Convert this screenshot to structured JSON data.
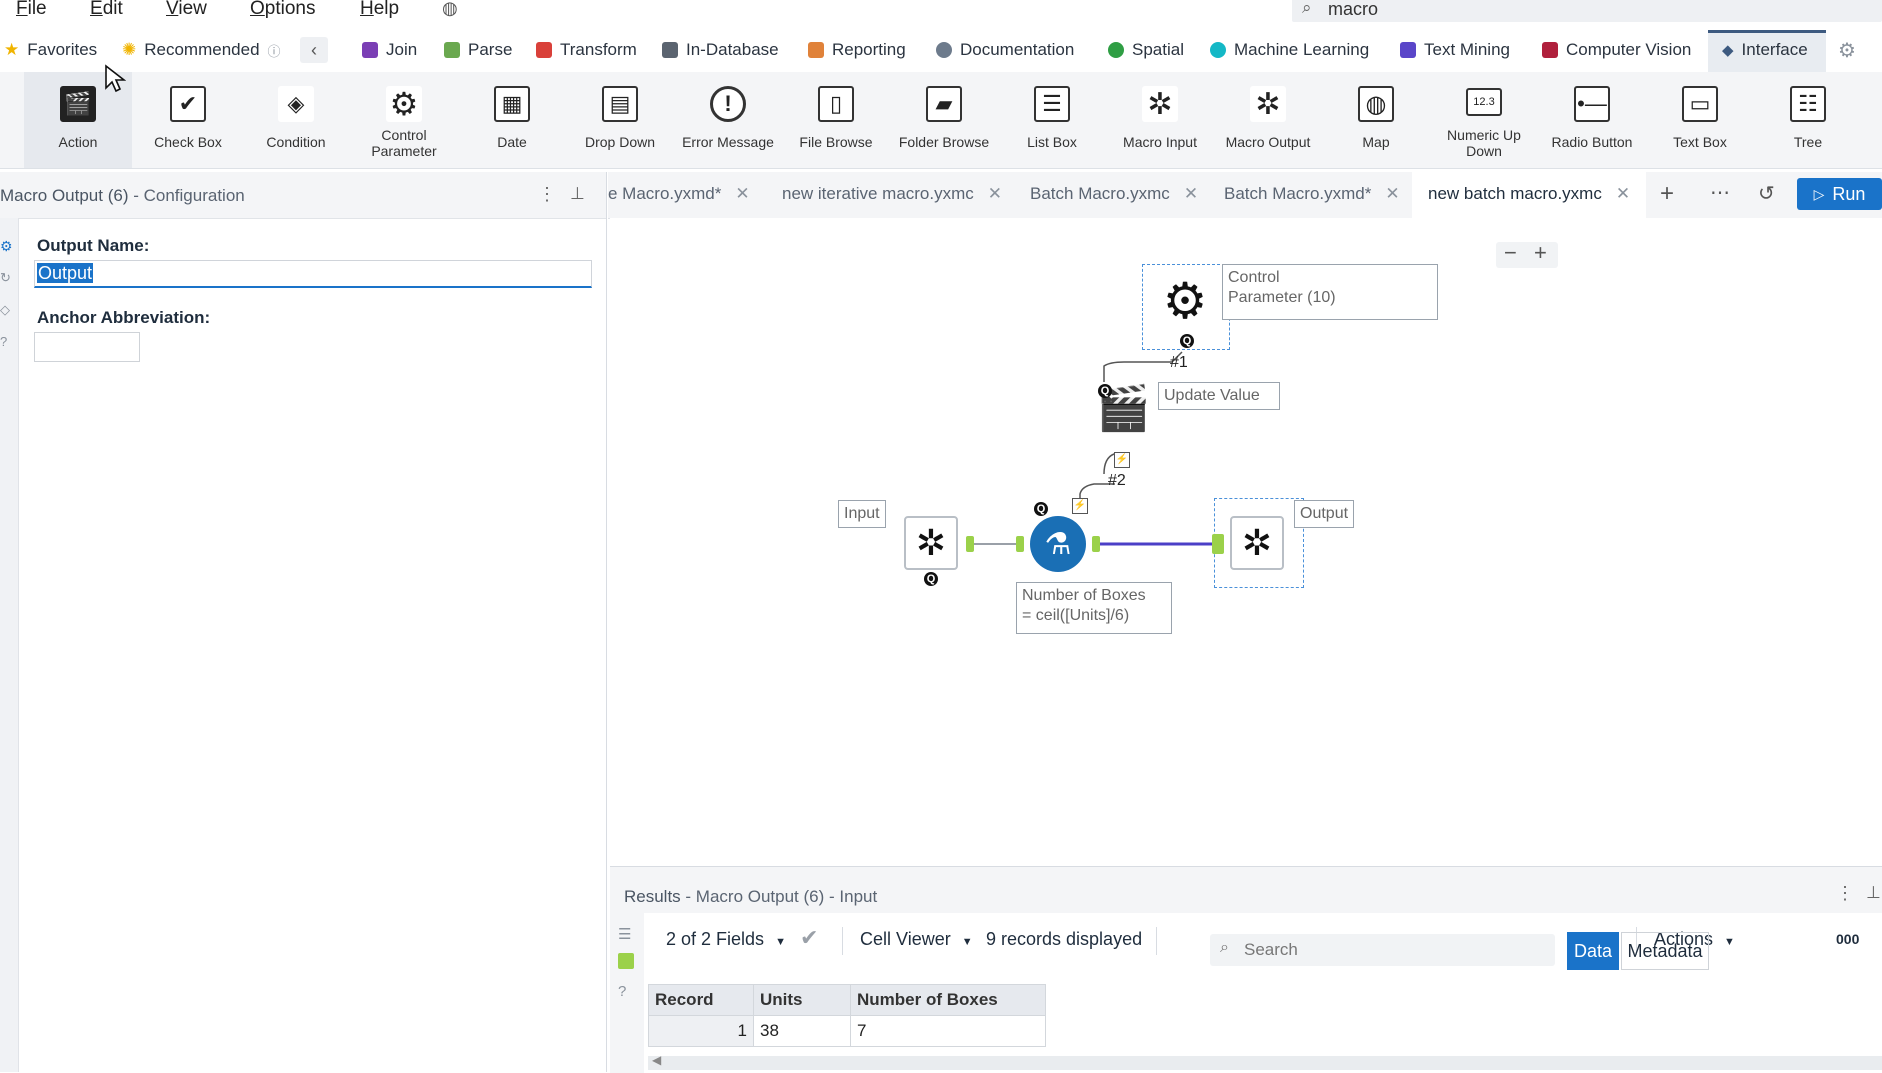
{
  "menubar": {
    "items": [
      "File",
      "Edit",
      "View",
      "Options",
      "Help"
    ],
    "search_value": "macro"
  },
  "categories": {
    "favorites": "Favorites",
    "recommended": "Recommended",
    "items": [
      {
        "label": "Join",
        "color": "#7b3fb5"
      },
      {
        "label": "Parse",
        "color": "#6aa84f"
      },
      {
        "label": "Transform",
        "color": "#d9403a"
      },
      {
        "label": "In-Database",
        "color": "#5b6470"
      },
      {
        "label": "Reporting",
        "color": "#e0823a"
      },
      {
        "label": "Documentation",
        "color": "#6d7b8c"
      },
      {
        "label": "Spatial",
        "color": "#2f9e44"
      },
      {
        "label": "Machine Learning",
        "color": "#14b8c6"
      },
      {
        "label": "Text Mining",
        "color": "#5a46c9"
      },
      {
        "label": "Computer Vision",
        "color": "#b0203c"
      },
      {
        "label": "Interface",
        "color": "#3d5a80"
      }
    ]
  },
  "palette": {
    "tools": [
      {
        "label": "Action",
        "icon": "clapperboard-icon",
        "glyph": "🎬"
      },
      {
        "label": "Check Box",
        "icon": "checkbox-icon",
        "glyph": "☑"
      },
      {
        "label": "Condition",
        "icon": "condition-icon",
        "glyph": "◇"
      },
      {
        "label": "Control\nParameter",
        "icon": "gear-icon",
        "glyph": "⚙"
      },
      {
        "label": "Date",
        "icon": "calendar-icon",
        "glyph": "▦"
      },
      {
        "label": "Drop Down",
        "icon": "dropdown-icon",
        "glyph": "▤"
      },
      {
        "label": "Error Message",
        "icon": "error-icon",
        "glyph": "!"
      },
      {
        "label": "File Browse",
        "icon": "file-icon",
        "glyph": "▯"
      },
      {
        "label": "Folder Browse",
        "icon": "folder-icon",
        "glyph": "▰"
      },
      {
        "label": "List Box",
        "icon": "listbox-icon",
        "glyph": "☰"
      },
      {
        "label": "Macro Input",
        "icon": "macro-input-icon",
        "glyph": "✲"
      },
      {
        "label": "Macro Output",
        "icon": "macro-output-icon",
        "glyph": "✲"
      },
      {
        "label": "Map",
        "icon": "globe-icon",
        "glyph": "◍"
      },
      {
        "label": "Numeric Up\nDown",
        "icon": "numeric-icon",
        "glyph": "12.3"
      },
      {
        "label": "Radio Button",
        "icon": "radio-icon",
        "glyph": "•—"
      },
      {
        "label": "Text Box",
        "icon": "textbox-icon",
        "glyph": "▭"
      },
      {
        "label": "Tree",
        "icon": "tree-icon",
        "glyph": "☷"
      }
    ]
  },
  "config": {
    "title": "Macro Output (6)",
    "subtitle": " - Configuration",
    "output_name_label": "Output Name:",
    "output_name_value": "Output",
    "anchor_label": "Anchor Abbreviation:"
  },
  "tabs": {
    "items": [
      "e Macro.yxmd*",
      "new iterative macro.yxmc",
      "Batch Macro.yxmc",
      "Batch Macro.yxmd*",
      "new batch macro.yxmc"
    ],
    "run_label": "Run"
  },
  "canvas": {
    "control_param_label": "Control\nParameter (10)",
    "update_value_label": "Update Value",
    "input_label": "Input",
    "output_label": "Output",
    "formula_label": "Number of Boxes\n= ceil([Units]/6)",
    "conn1": "#1",
    "conn2": "#2"
  },
  "results": {
    "title": "Results",
    "subtitle": " - Macro Output (6) - Input",
    "fields": "2 of 2 Fields",
    "viewer": "Cell Viewer",
    "records": "9 records displayed",
    "search_placeholder": "Search",
    "data_btn": "Data",
    "meta_btn": "Metadata",
    "actions": "Actions",
    "columns": [
      "Record",
      "Units",
      "Number of Boxes"
    ],
    "rows": [
      [
        "1",
        "38",
        "7"
      ]
    ]
  }
}
